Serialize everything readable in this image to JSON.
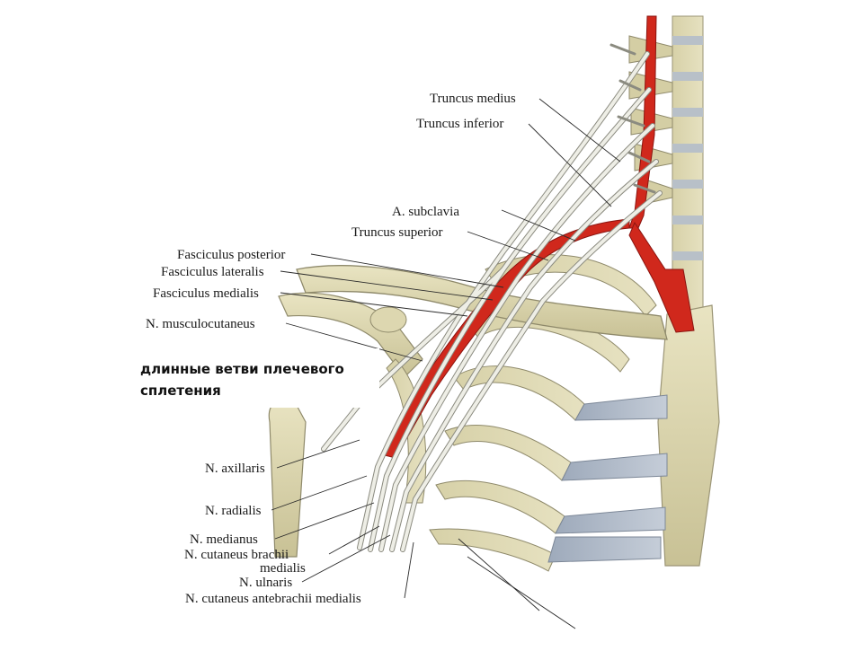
{
  "colors": {
    "bone": "#ddd7b0",
    "bone_shadow": "#a9a37d",
    "cartilage": "#b2bccb",
    "artery": "#d0281c",
    "nerve": "#eeeee6",
    "nerve_outline": "#8b8b80",
    "leader": "#2a2a2a",
    "label_text": "#1a1a1a"
  },
  "caption": {
    "line1": "длинные ветви плечевого",
    "line2": "сплетения"
  },
  "labels": {
    "truncus_medius": "Truncus medius",
    "truncus_inferior": "Truncus inferior",
    "a_subclavia": "A. subclavia",
    "truncus_superior": "Truncus superior",
    "fasciculus_posterior": "Fasciculus posterior",
    "fasciculus_lateralis": "Fasciculus lateralis",
    "fasciculus_medialis": "Fasciculus medialis",
    "n_musculocutaneus": "N. musculocutaneus",
    "n_axillaris": "N. axillaris",
    "n_radialis": "N. radialis",
    "n_medianus": "N. medianus",
    "n_cutaneus_brachii": "N. cutaneus brachii",
    "medialis": "medialis",
    "n_ulnaris": "N. ulnaris",
    "n_cutaneus_antebrachii_medialis": "N. cutaneus antebrachii medialis"
  }
}
